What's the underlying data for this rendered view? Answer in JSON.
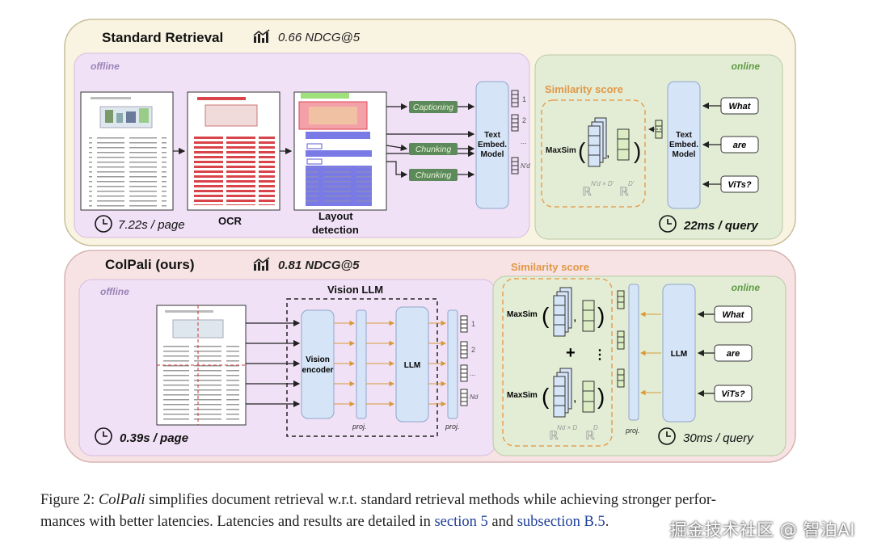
{
  "standard": {
    "title": "Standard Retrieval",
    "score": "0.66 NDCG@5",
    "offline_label": "offline",
    "online_label": "online",
    "page_time": "7.22s / page",
    "ocr_label": "OCR",
    "layout_label_1": "Layout",
    "layout_label_2": "detection",
    "captioning": "Captioning",
    "chunking": "Chunking",
    "model_1": "Text",
    "model_2": "Embed.",
    "model_3": "Model",
    "sim_title": "Similarity score",
    "maxsim": "MaxSim",
    "dim_left": "ℝ",
    "dim_left_sup": "N'd × D'",
    "dim_right": "ℝ",
    "dim_right_sup": "D'",
    "query_time": "22ms / query",
    "query_tokens": [
      "What",
      "are",
      "ViTs?"
    ],
    "vec_labels": [
      "1",
      "2",
      "...",
      "N'd"
    ]
  },
  "colpali": {
    "title": "ColPali (ours)",
    "score": "0.81 NDCG@5",
    "offline_label": "offline",
    "online_label": "online",
    "vision_llm": "Vision LLM",
    "vision_encoder_1": "Vision",
    "vision_encoder_2": "encoder",
    "llm": "LLM",
    "proj": "proj.",
    "page_time": "0.39s / page",
    "sim_title": "Similarity score",
    "maxsim": "MaxSim",
    "plus": "+",
    "vdots": "⋮",
    "dim_left": "ℝ",
    "dim_left_sup": "Nd × D",
    "dim_right": "ℝ",
    "dim_right_sup": "D",
    "query_time": "30ms / query",
    "query_tokens": [
      "What",
      "are",
      "ViTs?"
    ],
    "vec_labels": [
      "1",
      "2",
      "...",
      "Nd"
    ]
  },
  "caption": {
    "prefix": "Figure 2: ",
    "name": "ColPali",
    "text1": " simplifies document retrieval w.r.t. standard retrieval methods while achieving stronger perfor-",
    "text2": "mances with better latencies. Latencies and results are detailed in ",
    "link1": "section 5",
    "and": " and ",
    "link2": "subsection B.5",
    "end": "."
  },
  "watermark": "掘金技术社区 @ 智泊AI",
  "colors": {
    "outer_fill": "#f9f3e2",
    "outer_stroke": "#c9bf9a",
    "pink_outer": "#f7e3e3",
    "offline_fill": "#f0e1f6",
    "online_fill": "#e3edd6",
    "model_fill": "#d6e4f7",
    "green_box": "#5d8a5a",
    "orange": "#e8a050"
  }
}
